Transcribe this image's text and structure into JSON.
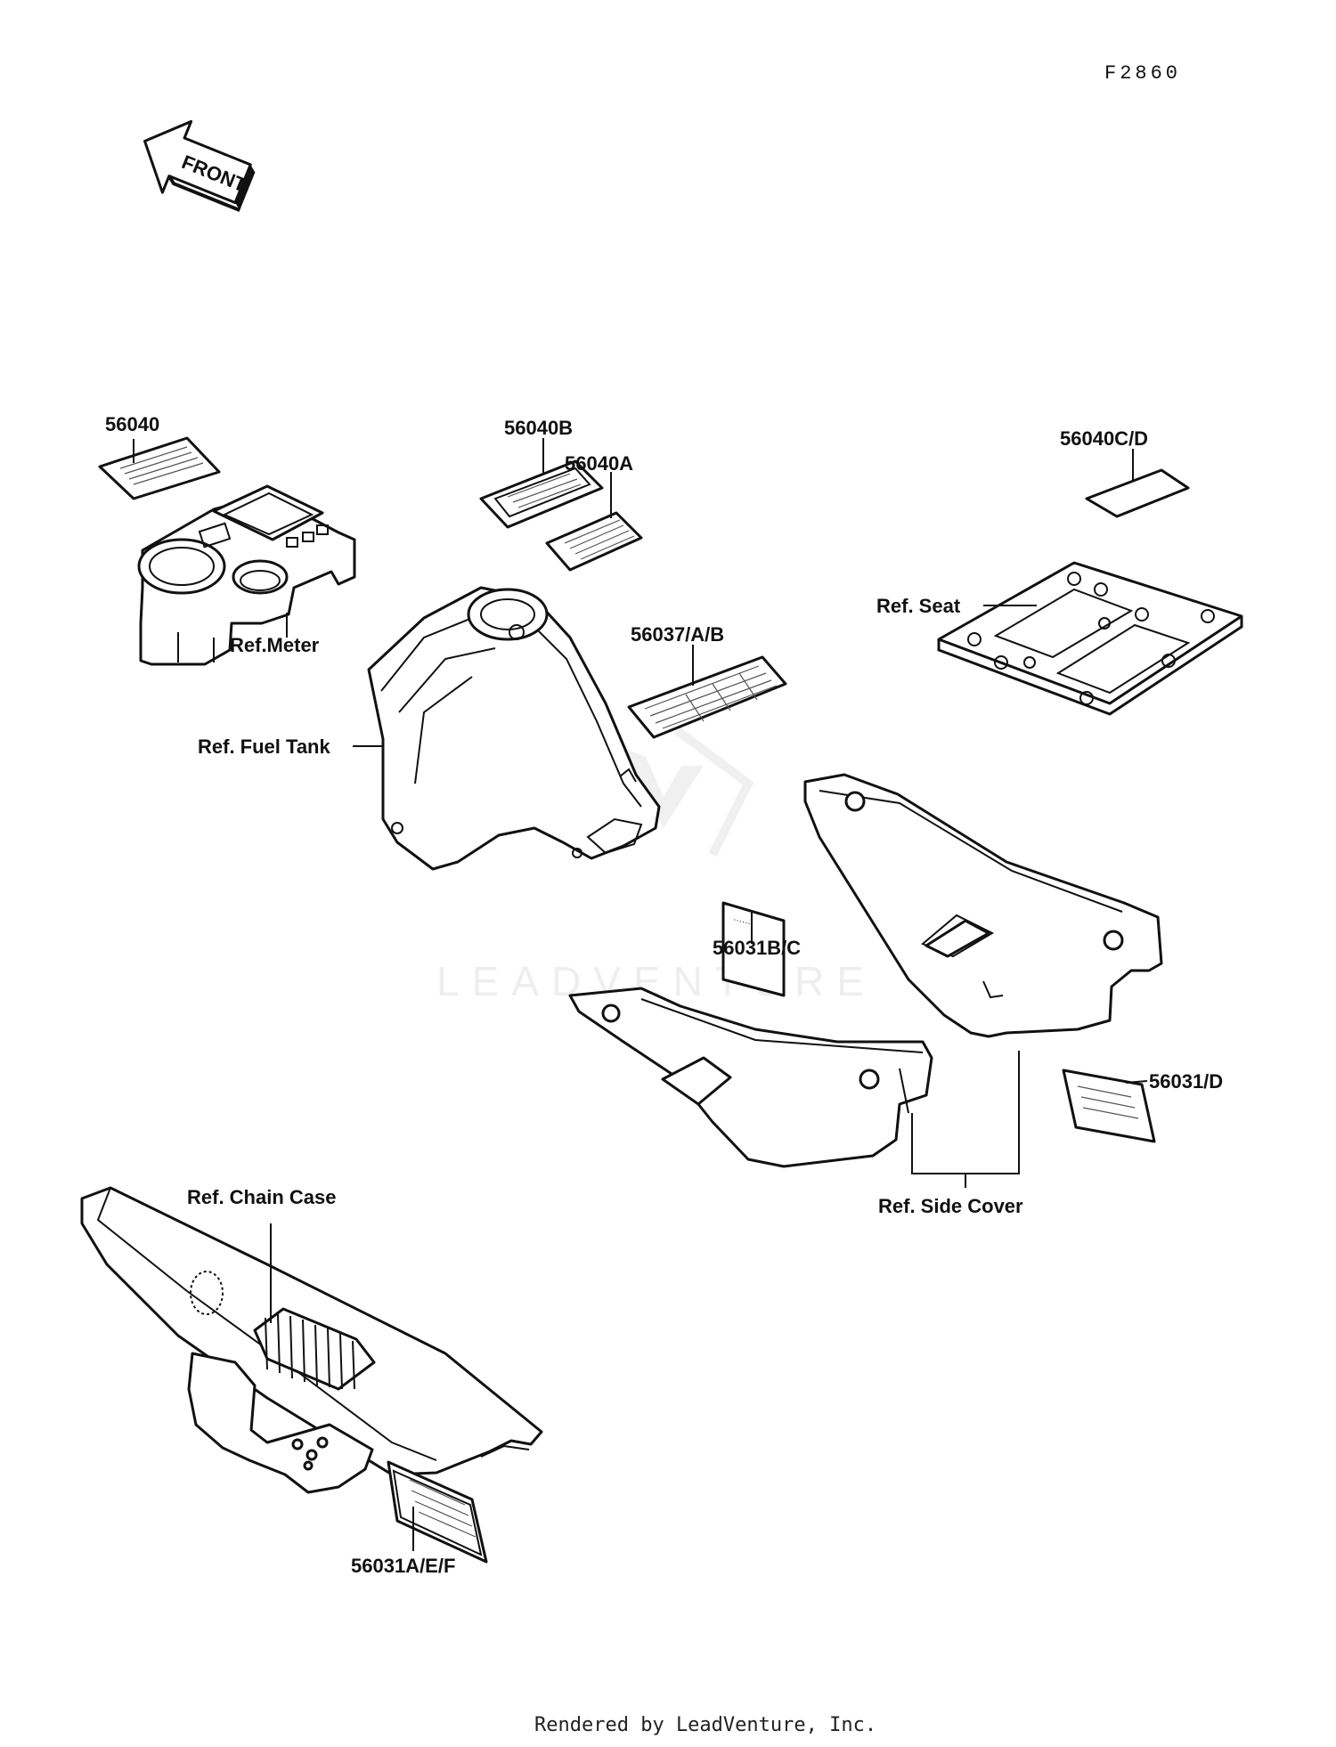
{
  "diagram": {
    "code": "F2860",
    "front_arrow": "FRONT",
    "watermark": "LEADVENTURE",
    "footer": "Rendered by LeadVenture, Inc.",
    "labels": {
      "p56040": "56040",
      "p56040B": "56040B",
      "p56040A": "56040A",
      "p56040CD": "56040C/D",
      "p56037AB": "56037/A/B",
      "p56031BC": "56031B/C",
      "p56031D": "56031/D",
      "p56031AEF": "56031A/E/F",
      "ref_meter": "Ref.Meter",
      "ref_fuel_tank": "Ref. Fuel Tank",
      "ref_seat": "Ref. Seat",
      "ref_chain_case": "Ref. Chain Case",
      "ref_side_cover": "Ref. Side Cover"
    },
    "colors": {
      "ink": "#111111",
      "watermark": "#eeeeee"
    }
  }
}
